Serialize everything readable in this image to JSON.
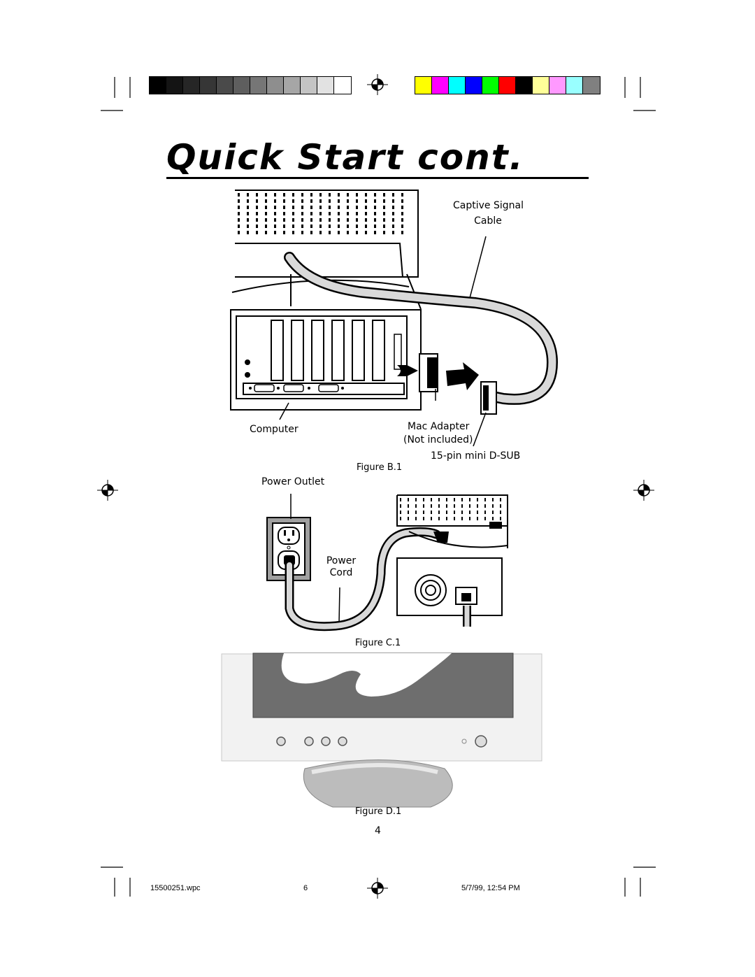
{
  "page": {
    "title": "Quick Start cont.",
    "page_number": "4"
  },
  "figure_b1": {
    "caption": "Figure B.1",
    "label_captive_signal": "Captive Signal",
    "label_cable": "Cable",
    "label_computer": "Computer",
    "label_mac_adapter": "Mac Adapter",
    "label_not_included": "(Not included)",
    "label_dsub": "15-pin mini D-SUB"
  },
  "figure_c1": {
    "caption": "Figure C.1",
    "label_power_outlet": "Power Outlet",
    "label_power": "Power",
    "label_cord": "Cord"
  },
  "figure_d1": {
    "caption": "Figure D.1"
  },
  "footer": {
    "filename": "15500251.wpc",
    "sheet": "6",
    "timestamp": "5/7/99, 12:54 PM"
  },
  "colors": {
    "gray_bar": [
      "#000000",
      "#141414",
      "#262626",
      "#363636",
      "#4a4a4a",
      "#5e5e5e",
      "#767676",
      "#8e8e8e",
      "#a6a6a6",
      "#c4c4c4",
      "#e2e2e2",
      "#ffffff"
    ],
    "color_bar": [
      "#ffff00",
      "#ff00ff",
      "#00ffff",
      "#0000ff",
      "#00ff00",
      "#ff0000",
      "#000000",
      "#ffff99",
      "#ff99ff",
      "#99ffff",
      "#808080"
    ],
    "screen_gray": "#6e6e6e",
    "bezel": "#f2f2f2"
  }
}
